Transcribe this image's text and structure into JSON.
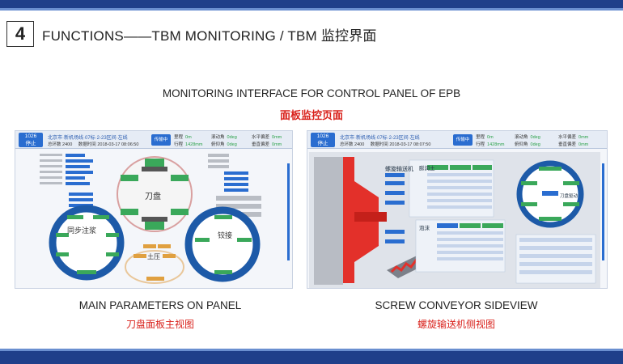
{
  "header": {
    "number": "4",
    "title": "FUNCTIONS——TBM MONITORING / TBM 监控界面"
  },
  "main": {
    "title": "MONITORING INTERFACE FOR CONTROL PANEL OF EPB",
    "subtitle": "面板监控页面"
  },
  "colors": {
    "accent_blue": "#1f3f8a",
    "highlight_red": "#d9221c",
    "status_green": "#3aa85a"
  },
  "left_panel": {
    "ring_code": "1026",
    "ring_status": "停止",
    "line1": "北京市·新机场线·07标·2-23区间·左线",
    "line2_a": "总环数 2400",
    "line2_b": "数据时间 2018-03-17 08:06:50",
    "mode_button": "传输中",
    "stats": [
      {
        "label": "里程",
        "value": "0m"
      },
      {
        "label": "行程",
        "value": "1428mm"
      },
      {
        "label": "滚动角",
        "value": "0deg"
      },
      {
        "label": "俯仰角",
        "value": "0deg"
      },
      {
        "label": "水平偏差",
        "value": "0mm"
      },
      {
        "label": "垂直偏差",
        "value": "0mm"
      }
    ],
    "labels": {
      "cutterhead": "刀盘",
      "grouting": "同步注浆",
      "articulation": "铰接",
      "earth_pressure": "土压"
    },
    "caption": "MAIN PARAMETERS ON PANEL",
    "caption_sub": "刀盘面板主视图"
  },
  "right_panel": {
    "ring_code": "1026",
    "ring_status": "停止",
    "line1": "北京市·新机场线·07标·2-23区间·左线",
    "line2_a": "总环数 2400",
    "line2_b": "数据时间 2018-03-17 08:07:50",
    "mode_button": "传输中",
    "stats": [
      {
        "label": "里程",
        "value": "0m"
      },
      {
        "label": "行程",
        "value": "1428mm"
      },
      {
        "label": "滚动角",
        "value": "0deg"
      },
      {
        "label": "俯仰角",
        "value": "0deg"
      },
      {
        "label": "水平偏差",
        "value": "0mm"
      },
      {
        "label": "垂直偏差",
        "value": "0mm"
      }
    ],
    "labels": {
      "screw_conveyor": "螺旋输送机",
      "foam": "泡沫",
      "gear": "刀盘驱动",
      "bubble_section": "膨润土"
    },
    "caption": "SCREW CONVEYOR SIDEVIEW",
    "caption_sub": "螺旋输送机侧视图"
  }
}
